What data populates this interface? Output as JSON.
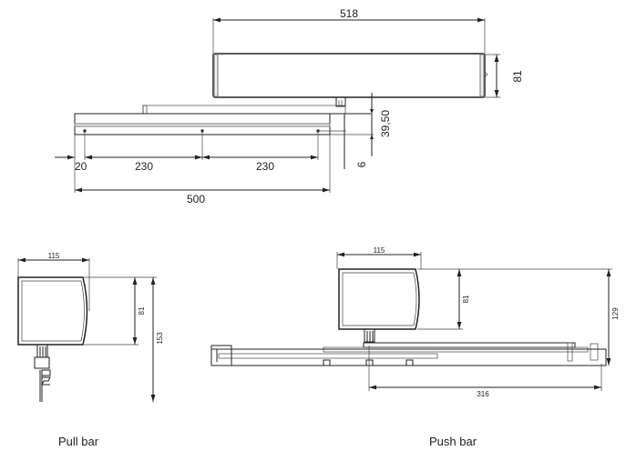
{
  "top_view": {
    "dim_length": "518",
    "dim_height": "81",
    "dim_offset": "39,50",
    "dim_small": "6",
    "dim_edge": "20",
    "dim_spacing_1": "230",
    "dim_spacing_2": "230",
    "dim_rail": "500"
  },
  "pull_bar": {
    "dim_width": "115",
    "dim_height": "81",
    "dim_total": "153",
    "caption": "Pull bar"
  },
  "push_bar": {
    "dim_width": "115",
    "dim_height": "81",
    "dim_total": "129",
    "dim_arm": "316",
    "caption": "Push bar"
  }
}
